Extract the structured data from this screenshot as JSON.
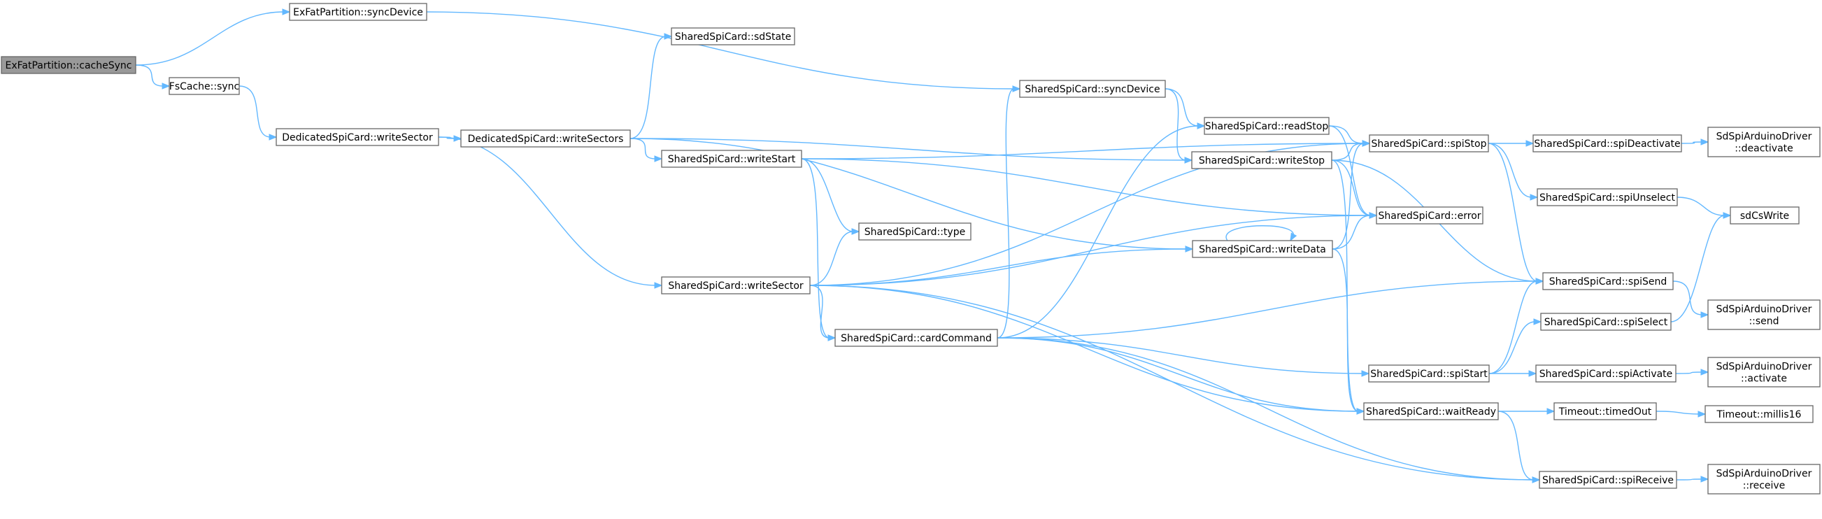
{
  "colors": {
    "edge": "#63b8ff",
    "node_border": "#666666",
    "root_fill": "#999999",
    "node_fill": "#ffffff"
  },
  "nodes": {
    "cacheSync": {
      "lines": [
        "ExFatPartition::cacheSync"
      ],
      "root": true
    },
    "exSyncDevice": {
      "lines": [
        "ExFatPartition::syncDevice"
      ]
    },
    "fsSync": {
      "lines": [
        "FsCache::sync"
      ]
    },
    "dWriteSector": {
      "lines": [
        "DedicatedSpiCard::writeSector"
      ]
    },
    "dWriteSectors": {
      "lines": [
        "DedicatedSpiCard::writeSectors"
      ]
    },
    "sdState": {
      "lines": [
        "SharedSpiCard::sdState"
      ]
    },
    "writeStart": {
      "lines": [
        "SharedSpiCard::writeStart"
      ]
    },
    "type": {
      "lines": [
        "SharedSpiCard::type"
      ]
    },
    "sWriteSector": {
      "lines": [
        "SharedSpiCard::writeSector"
      ]
    },
    "cardCommand": {
      "lines": [
        "SharedSpiCard::cardCommand"
      ]
    },
    "sSyncDevice": {
      "lines": [
        "SharedSpiCard::syncDevice"
      ]
    },
    "readStop": {
      "lines": [
        "SharedSpiCard::readStop"
      ]
    },
    "writeStop": {
      "lines": [
        "SharedSpiCard::writeStop"
      ]
    },
    "writeData": {
      "lines": [
        "SharedSpiCard::writeData"
      ]
    },
    "spiStop": {
      "lines": [
        "SharedSpiCard::spiStop"
      ]
    },
    "error": {
      "lines": [
        "SharedSpiCard::error"
      ]
    },
    "spiStart": {
      "lines": [
        "SharedSpiCard::spiStart"
      ]
    },
    "waitReady": {
      "lines": [
        "SharedSpiCard::waitReady"
      ]
    },
    "spiDeactivate": {
      "lines": [
        "SharedSpiCard::spiDeactivate"
      ]
    },
    "spiUnselect": {
      "lines": [
        "SharedSpiCard::spiUnselect"
      ]
    },
    "spiSend": {
      "lines": [
        "SharedSpiCard::spiSend"
      ]
    },
    "spiSelect": {
      "lines": [
        "SharedSpiCard::spiSelect"
      ]
    },
    "spiActivate": {
      "lines": [
        "SharedSpiCard::spiActivate"
      ]
    },
    "timedOut": {
      "lines": [
        "Timeout::timedOut"
      ]
    },
    "spiReceive": {
      "lines": [
        "SharedSpiCard::spiReceive"
      ]
    },
    "deactivate": {
      "lines": [
        "SdSpiArduinoDriver",
        "::deactivate"
      ]
    },
    "sdCsWrite": {
      "lines": [
        "sdCsWrite"
      ]
    },
    "send": {
      "lines": [
        "SdSpiArduinoDriver",
        "::send"
      ]
    },
    "activate": {
      "lines": [
        "SdSpiArduinoDriver",
        "::activate"
      ]
    },
    "millis16": {
      "lines": [
        "Timeout::millis16"
      ]
    },
    "receive": {
      "lines": [
        "SdSpiArduinoDriver",
        "::receive"
      ]
    }
  },
  "edges": [
    [
      "cacheSync",
      "exSyncDevice"
    ],
    [
      "cacheSync",
      "fsSync"
    ],
    [
      "exSyncDevice",
      "sSyncDevice"
    ],
    [
      "fsSync",
      "dWriteSector"
    ],
    [
      "dWriteSector",
      "dWriteSectors"
    ],
    [
      "dWriteSector",
      "sWriteSector"
    ],
    [
      "dWriteSectors",
      "sdState"
    ],
    [
      "dWriteSectors",
      "writeStart"
    ],
    [
      "dWriteSectors",
      "writeStop"
    ],
    [
      "dWriteSectors",
      "writeData"
    ],
    [
      "writeStart",
      "spiStop"
    ],
    [
      "writeStart",
      "error"
    ],
    [
      "writeStart",
      "type"
    ],
    [
      "writeStart",
      "cardCommand"
    ],
    [
      "sWriteSector",
      "spiStop"
    ],
    [
      "sWriteSector",
      "type"
    ],
    [
      "sWriteSector",
      "writeData"
    ],
    [
      "sWriteSector",
      "error"
    ],
    [
      "sWriteSector",
      "cardCommand"
    ],
    [
      "sWriteSector",
      "waitReady"
    ],
    [
      "sWriteSector",
      "spiReceive"
    ],
    [
      "cardCommand",
      "sSyncDevice"
    ],
    [
      "cardCommand",
      "readStop"
    ],
    [
      "cardCommand",
      "spiSend"
    ],
    [
      "cardCommand",
      "spiStart"
    ],
    [
      "cardCommand",
      "waitReady"
    ],
    [
      "cardCommand",
      "spiReceive"
    ],
    [
      "sSyncDevice",
      "readStop"
    ],
    [
      "sSyncDevice",
      "writeStop"
    ],
    [
      "readStop",
      "spiStop"
    ],
    [
      "readStop",
      "error"
    ],
    [
      "writeStop",
      "spiStop"
    ],
    [
      "writeStop",
      "error"
    ],
    [
      "writeStop",
      "spiSend"
    ],
    [
      "writeStop",
      "waitReady"
    ],
    [
      "writeData",
      "writeData"
    ],
    [
      "writeData",
      "spiStop"
    ],
    [
      "writeData",
      "error"
    ],
    [
      "writeData",
      "waitReady"
    ],
    [
      "spiStop",
      "spiDeactivate"
    ],
    [
      "spiStop",
      "spiUnselect"
    ],
    [
      "spiStop",
      "spiSend"
    ],
    [
      "spiStart",
      "spiSend"
    ],
    [
      "spiStart",
      "spiSelect"
    ],
    [
      "spiStart",
      "spiActivate"
    ],
    [
      "waitReady",
      "timedOut"
    ],
    [
      "waitReady",
      "spiReceive"
    ],
    [
      "spiDeactivate",
      "deactivate"
    ],
    [
      "spiUnselect",
      "sdCsWrite"
    ],
    [
      "spiSend",
      "send"
    ],
    [
      "spiSelect",
      "sdCsWrite"
    ],
    [
      "spiActivate",
      "activate"
    ],
    [
      "timedOut",
      "millis16"
    ],
    [
      "spiReceive",
      "receive"
    ]
  ]
}
